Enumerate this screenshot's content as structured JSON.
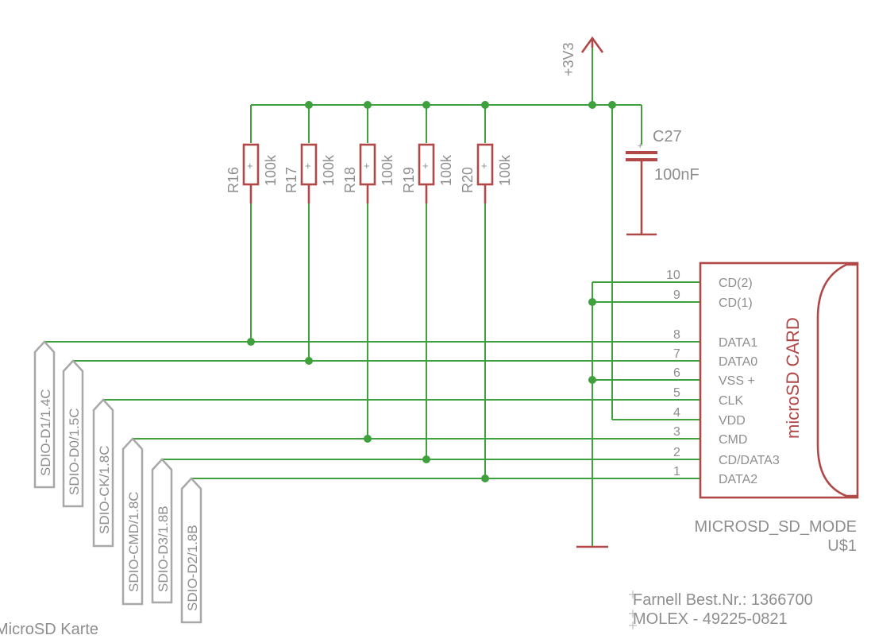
{
  "title": "MicroSD Karte",
  "supply": "+3V3",
  "resistors": [
    {
      "name": "R16",
      "value": "100k"
    },
    {
      "name": "R17",
      "value": "100k"
    },
    {
      "name": "R18",
      "value": "100k"
    },
    {
      "name": "R19",
      "value": "100k"
    },
    {
      "name": "R20",
      "value": "100k"
    }
  ],
  "capacitor": {
    "name": "C27",
    "value": "100nF"
  },
  "connector": {
    "body_label": "microSD CARD",
    "part": "MICROSD_SD_MODE",
    "ref": "U$1",
    "pins": [
      {
        "num": "10",
        "name": "CD(2)"
      },
      {
        "num": "9",
        "name": "CD(1)"
      },
      {
        "num": "8",
        "name": "DATA1"
      },
      {
        "num": "7",
        "name": "DATA0"
      },
      {
        "num": "6",
        "name": "VSS +"
      },
      {
        "num": "5",
        "name": "CLK"
      },
      {
        "num": "4",
        "name": "VDD"
      },
      {
        "num": "3",
        "name": "CMD"
      },
      {
        "num": "2",
        "name": "CD/DATA3"
      },
      {
        "num": "1",
        "name": "DATA2"
      }
    ]
  },
  "ports": [
    "SDIO-D1/1.4C",
    "SDIO-D0/1.5C",
    "SDIO-CK/1.8C",
    "SDIO-CMD/1.8C",
    "SDIO-D3/1.8B",
    "SDIO-D2/1.8B"
  ],
  "notes": [
    "Farnell Best.Nr.: 1366700",
    "MOLEX - 49225-0821"
  ],
  "colors": {
    "wire": "#3ea13e",
    "part": "#b04848",
    "text": "#8e8e8e",
    "port": "#a8a8a8"
  }
}
